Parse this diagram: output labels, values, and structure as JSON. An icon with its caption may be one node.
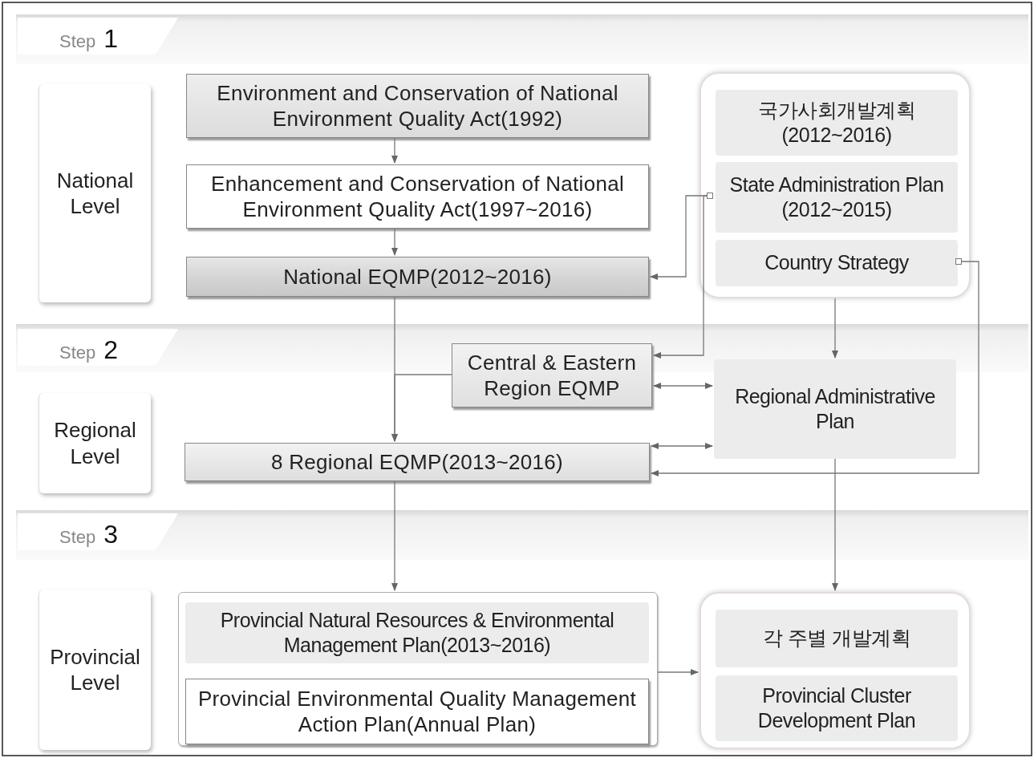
{
  "diagram": {
    "nodes": [
      {
        "text": [
          "Step",
          "1"
        ]
      },
      {
        "text": [
          "National Level"
        ]
      },
      {
        "text": [
          "Environment and Conservation of National Environment Quality Act(1992)"
        ]
      },
      {
        "text": [
          "Enhancement and Conservation of National Environment Quality Act(1997~2016)"
        ]
      },
      {
        "text": [
          "National EQMP(2012~2016)"
        ]
      },
      {
        "text": [],
        "shape": "box"
      },
      {
        "text": [
          "국가사회개발계획 (2012~2016)"
        ],
        "in": 5
      },
      {
        "text": [
          "State Administration Plan (2012~2015)"
        ],
        "in": 5
      },
      {
        "text": [
          "Country Strategy"
        ],
        "in": 5
      },
      {
        "text": [
          "Step",
          "2"
        ]
      },
      {
        "text": [
          "Regional Level"
        ]
      },
      {
        "text": [
          "Central & Eastern Region EQMP"
        ]
      },
      {
        "text": [
          "Regional Administrative Plan"
        ]
      },
      {
        "text": [
          "8 Regional EQMP(2013~2016)"
        ]
      },
      {
        "text": [
          "Step",
          "3"
        ]
      },
      {
        "text": [
          "Provincial Level"
        ]
      },
      {
        "text": [],
        "shape": "box"
      },
      {
        "text": [
          "Provincial Natural Resources & Environmental Management Plan(2013~2016)"
        ],
        "in": 16
      },
      {
        "text": [
          "Provincial Environmental Quality Management Action Plan(Annual Plan)"
        ],
        "in": 16
      },
      {
        "text": [],
        "shape": "box"
      },
      {
        "text": [
          "각 주별 개발계획"
        ],
        "in": 19
      },
      {
        "text": [
          "Provincial Cluster Development Plan"
        ],
        "in": 19
      }
    ],
    "edges": [
      {
        "from": 2,
        "to": 3,
        "arrow": "to"
      },
      {
        "from": 3,
        "to": 4,
        "arrow": "to"
      },
      {
        "from": 7,
        "to": 4,
        "arrow": "to"
      },
      {
        "from": 7,
        "to": 11,
        "arrow": "to"
      },
      {
        "from": 5,
        "to": 12,
        "arrow": "to"
      },
      {
        "from": 8,
        "to": 13,
        "arrow": "to"
      },
      {
        "from": 4,
        "to": 13,
        "arrow": "to"
      },
      {
        "from": 11,
        "to": 13,
        "arrow": "to"
      },
      {
        "from": 11,
        "to": 12,
        "arrow": "both"
      },
      {
        "from": 13,
        "to": 12,
        "arrow": "both"
      },
      {
        "from": 13,
        "to": 16,
        "arrow": "to"
      },
      {
        "from": 12,
        "to": 19,
        "arrow": "to"
      },
      {
        "from": 16,
        "to": 19,
        "arrow": "to"
      }
    ]
  }
}
